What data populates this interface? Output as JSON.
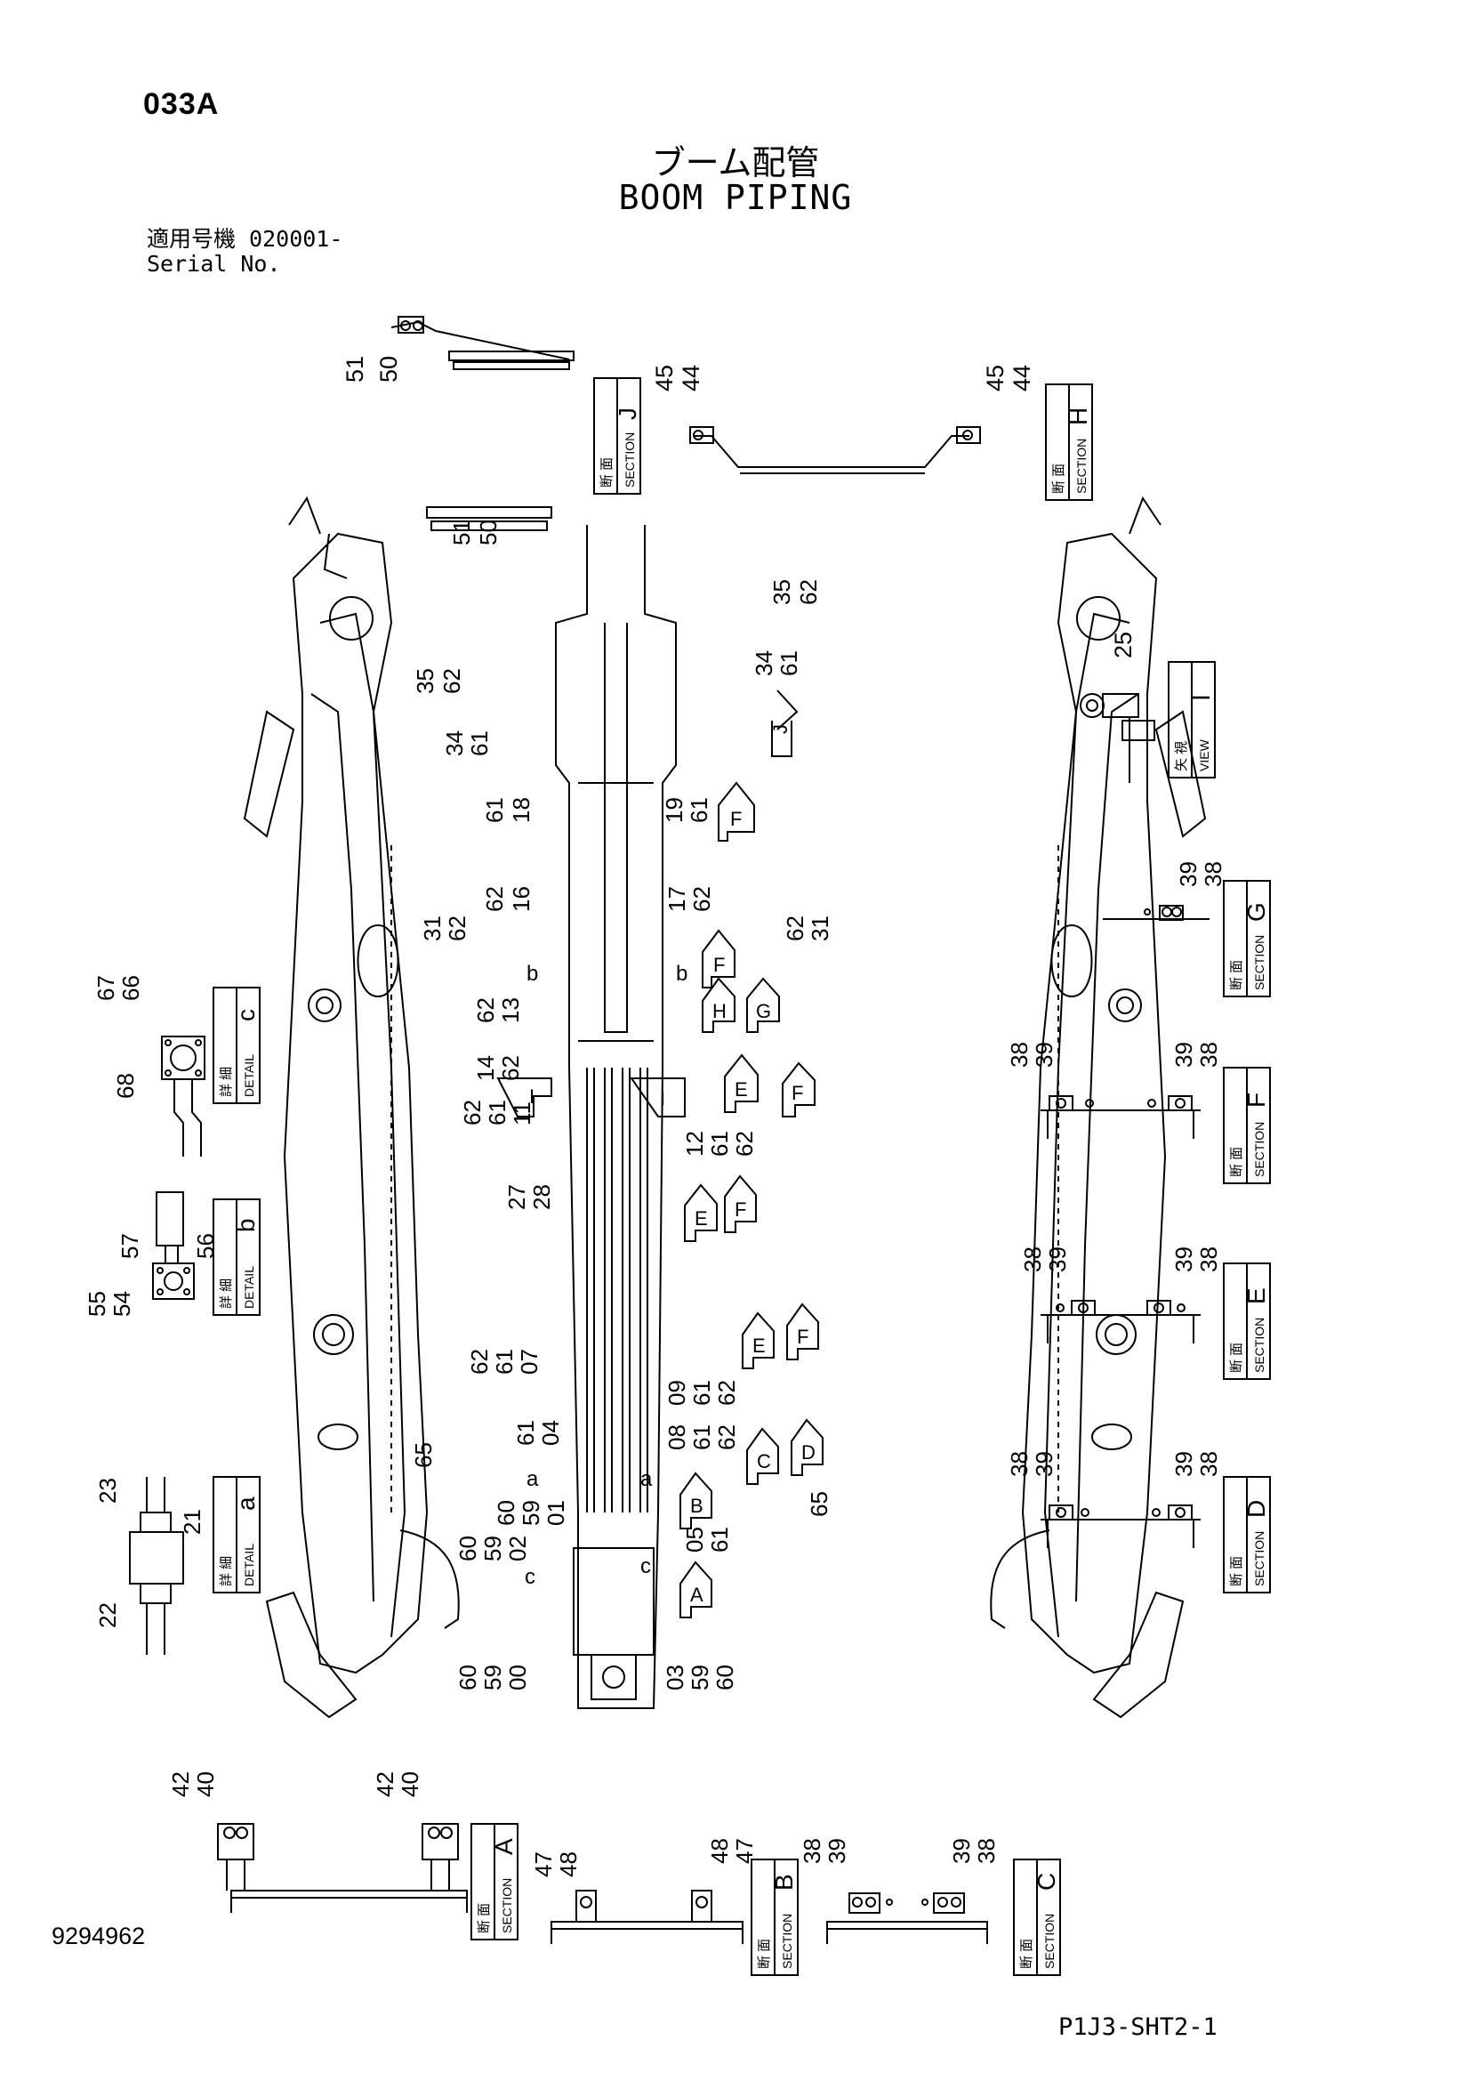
{
  "header": {
    "code": "033A",
    "title_jp": "ブーム配管",
    "title_en": "BOOM PIPING",
    "serial_jp": "適用号機  020001-",
    "serial_en": "Serial No."
  },
  "footer": {
    "doc_number": "9294962",
    "sheet_number": "P1J3-SHT2-1"
  },
  "boxes": {
    "section_jp": "断 面",
    "section_en": "SECTION",
    "detail_jp": "詳 細",
    "detail_en": "DETAIL",
    "view_jp": "矢 視",
    "view_en": "VIEW",
    "letters": {
      "J": "J",
      "H": "H",
      "I": "I",
      "G": "G",
      "F": "F",
      "E": "E",
      "D": "D",
      "A": "A",
      "B": "B",
      "C": "C",
      "c": "c",
      "b": "b",
      "a": "a"
    }
  },
  "callouts": {
    "c_51": "51",
    "c_50": "50",
    "c_45": "45",
    "c_44": "44",
    "c_35": "35",
    "c_62": "62",
    "c_34": "34",
    "c_61": "61",
    "c_25": "25",
    "c_18": "18",
    "c_19": "19",
    "c_16": "16",
    "c_17": "17",
    "c_31": "31",
    "c_13": "13",
    "c_14": "14",
    "c_11": "11",
    "c_12": "12",
    "c_39": "39",
    "c_38": "38",
    "c_67": "67",
    "c_66": "66",
    "c_68": "68",
    "c_27": "27",
    "c_28": "28",
    "c_57": "57",
    "c_56": "56",
    "c_55": "55",
    "c_54": "54",
    "c_07": "07",
    "c_09": "09",
    "c_08": "08",
    "c_04": "04",
    "c_23": "23",
    "c_21": "21",
    "c_22": "22",
    "c_65": "65",
    "c_60": "60",
    "c_59": "59",
    "c_01": "01",
    "c_02": "02",
    "c_05": "05",
    "c_00": "00",
    "c_03": "03",
    "c_42": "42",
    "c_40": "40",
    "c_47": "47",
    "c_48": "48"
  }
}
